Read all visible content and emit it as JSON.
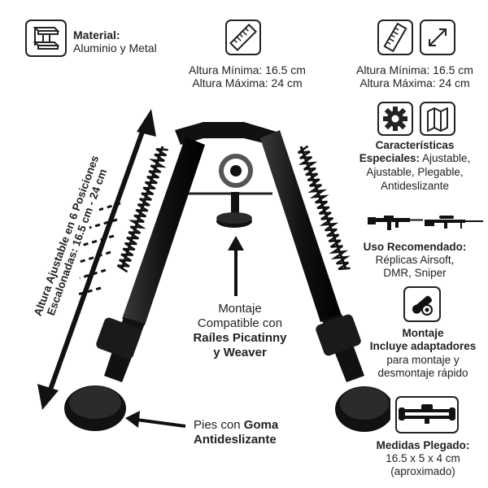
{
  "material": {
    "title": "Material:",
    "value": "Aluminio y Metal",
    "icon": "metal-beam-icon"
  },
  "height_center": {
    "min": "Altura Mínima: 16.5 cm",
    "max": "Altura Máxima: 24 cm",
    "icon": "ruler-icon"
  },
  "height_right": {
    "min": "Altura Mínima: 16.5 cm",
    "max": "Altura Máxima: 24 cm",
    "icons": [
      "ruler-icon",
      "expand-arrows-icon"
    ]
  },
  "features": {
    "title_1": "Características",
    "title_2_bold": "Especiales:",
    "title_2_rest": " Ajustable,",
    "line_3": "Ajustable, Plegable,",
    "line_4": "Antideslizante",
    "icons": [
      "gear-icon",
      "map-icon"
    ]
  },
  "usage": {
    "title": "Uso Recomendado:",
    "line_1": "Réplicas Airsoft,",
    "line_2": "DMR, Sniper",
    "icons": [
      "assault-rifle-icon",
      "sniper-rifle-icon"
    ]
  },
  "mount_right": {
    "title": "Montaje",
    "subtitle": "Incluye adaptadores",
    "line_1": "para montaje y",
    "line_2": "desmontaje rápido",
    "icon": "mount-adapter-icon"
  },
  "folded": {
    "title": "Medidas Plegado:",
    "dims": "16.5 x 5 x 4 cm",
    "note": "(aproximado)",
    "icon": "folded-bipod-icon"
  },
  "mount_center": {
    "line_1": "Montaje",
    "line_2": "Compatible con",
    "line_3": "Raíles Picatinny",
    "line_4": "y Weaver"
  },
  "feet": {
    "line_1_plain": "Pies con ",
    "line_1_bold": "Goma",
    "line_2": "Antideslizante"
  },
  "vertical": {
    "line_1": "Altura Ajustable en 6 Posiciones",
    "line_2": "Escalonadas: 16.5 cm - 24 cm"
  },
  "colors": {
    "text": "#222222",
    "accent": "#111111",
    "background": "#ffffff"
  }
}
